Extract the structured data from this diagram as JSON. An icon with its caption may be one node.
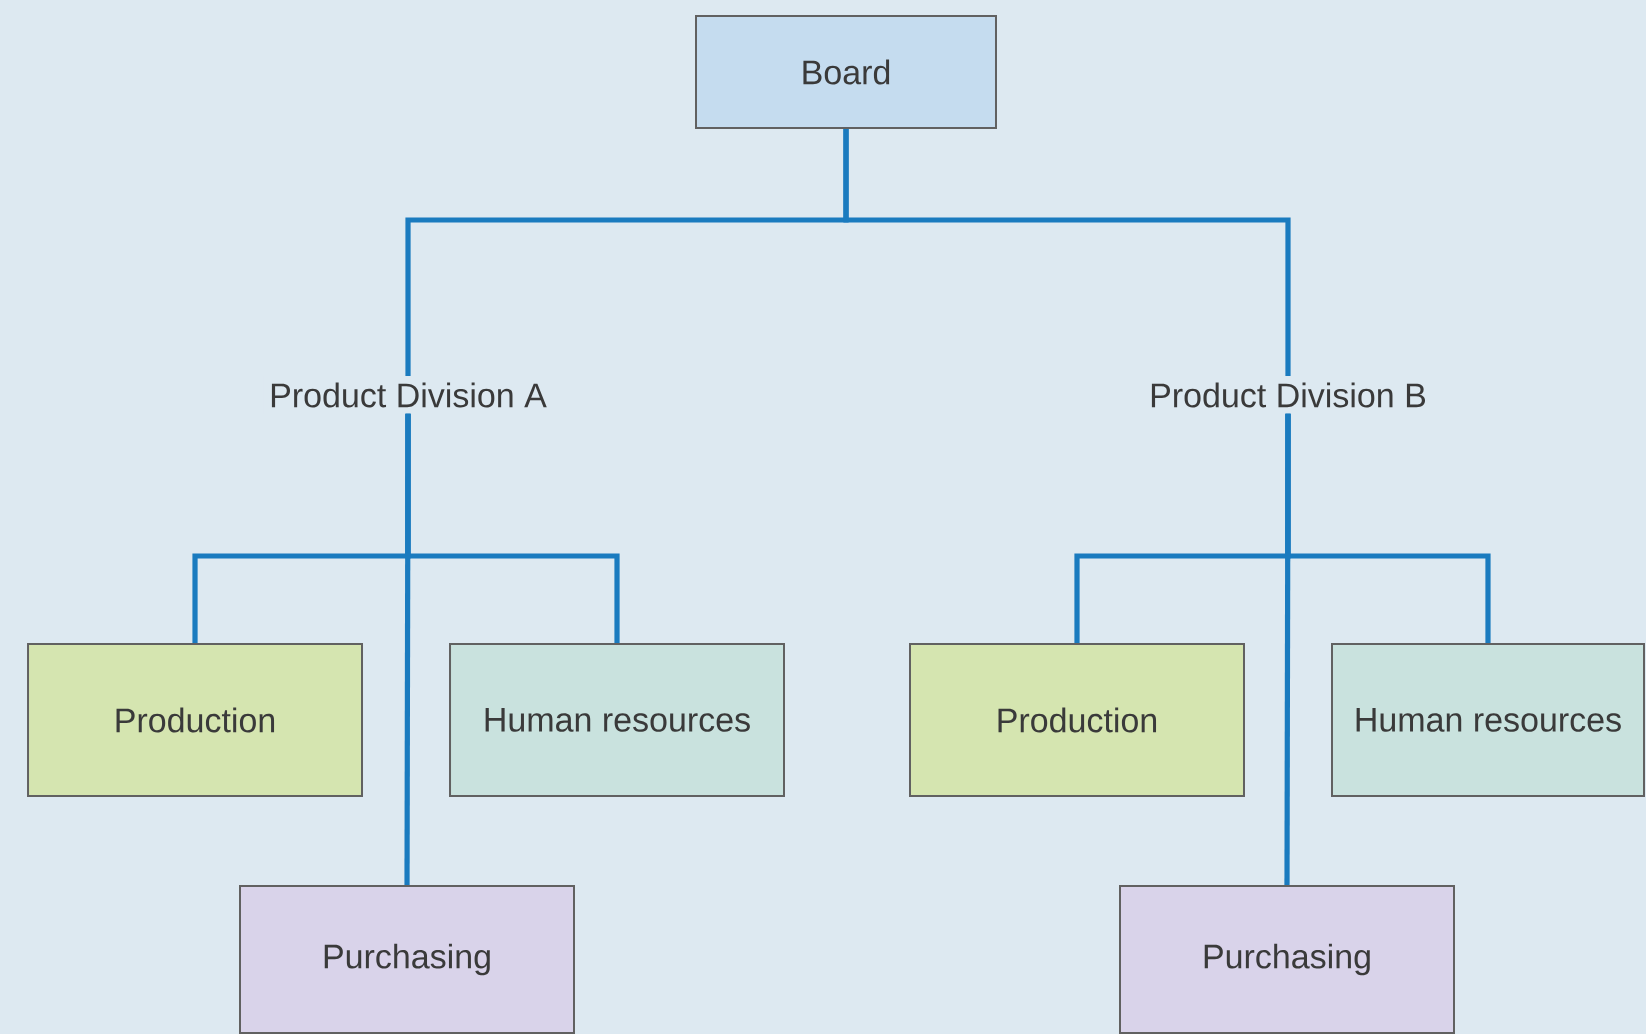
{
  "diagram": {
    "nodes": [
      {
        "text": [
          "Board"
        ]
      },
      {
        "text": [
          "Product Division A"
        ]
      },
      {
        "text": [
          "Product Division B"
        ]
      },
      {
        "text": [
          "Production"
        ]
      },
      {
        "text": [
          "Human resources"
        ]
      },
      {
        "text": [
          "Production"
        ]
      },
      {
        "text": [
          "Human resources"
        ]
      },
      {
        "text": [
          "Purchasing"
        ]
      },
      {
        "text": [
          "Purchasing"
        ]
      }
    ],
    "edges": [
      {
        "from": 0,
        "to": 1,
        "arrow": "none"
      },
      {
        "from": 0,
        "to": 2,
        "arrow": "none"
      },
      {
        "from": 1,
        "to": 3,
        "arrow": "none"
      },
      {
        "from": 1,
        "to": 4,
        "arrow": "none"
      },
      {
        "from": 1,
        "to": 7,
        "arrow": "none"
      },
      {
        "from": 2,
        "to": 5,
        "arrow": "none"
      },
      {
        "from": 2,
        "to": 6,
        "arrow": "none"
      },
      {
        "from": 2,
        "to": 8,
        "arrow": "none"
      }
    ]
  }
}
